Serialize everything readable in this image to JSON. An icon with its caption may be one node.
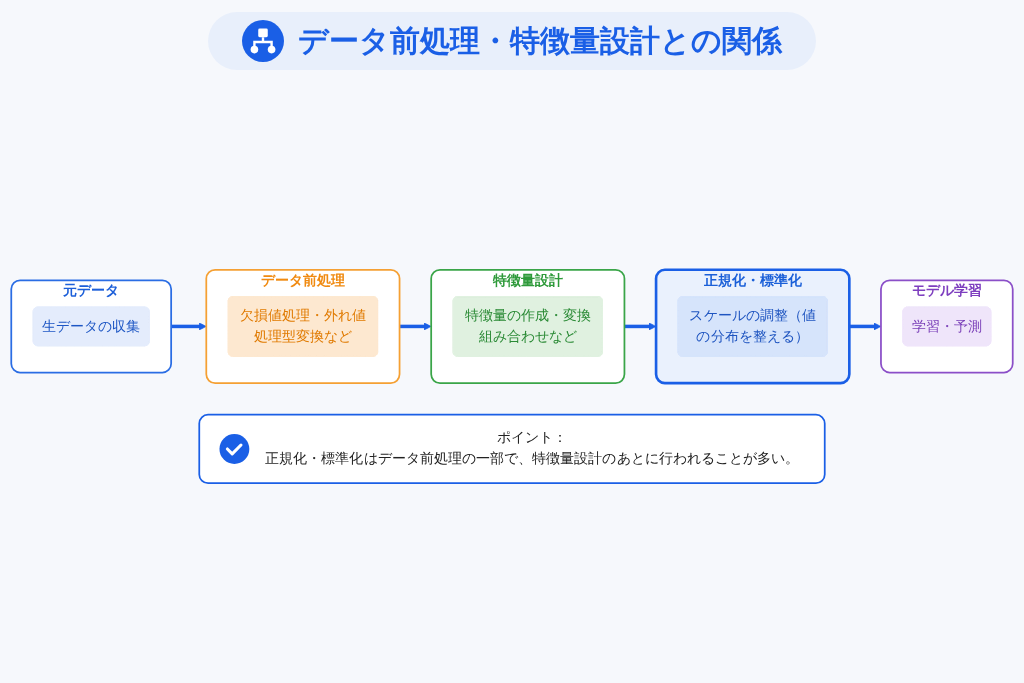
{
  "diagram": {
    "title": "データ前処理・特徴量設計との関係",
    "nodes": [
      {
        "text": [
          "元データ"
        ]
      },
      {
        "text": [
          "生データの収集"
        ],
        "in": 0
      },
      {
        "text": [
          "データ前処理"
        ]
      },
      {
        "text": [
          "欠損値処理・外れ値処理型変換など"
        ],
        "in": 2
      },
      {
        "text": [
          "特徴量設計"
        ]
      },
      {
        "text": [
          "特徴量の作成・変換組み合わせなど"
        ],
        "in": 4
      },
      {
        "text": [
          "正規化・標準化"
        ]
      },
      {
        "text": [
          "スケールの調整（値の分布を整える）"
        ],
        "in": 6
      },
      {
        "text": [
          "モデル学習"
        ]
      },
      {
        "text": [
          "学習・予測"
        ],
        "in": 8
      },
      {
        "text": [
          "ポイント：",
          "正規化・標準化はデータ前処理の一部で、特徴量設計のあとに行われることが多い。"
        ]
      }
    ],
    "edges": [
      {
        "from": 0,
        "to": 2,
        "arrow": "to"
      },
      {
        "from": 2,
        "to": 4,
        "arrow": "to"
      },
      {
        "from": 4,
        "to": 6,
        "arrow": "to"
      },
      {
        "from": 6,
        "to": 8,
        "arrow": "to"
      }
    ]
  }
}
